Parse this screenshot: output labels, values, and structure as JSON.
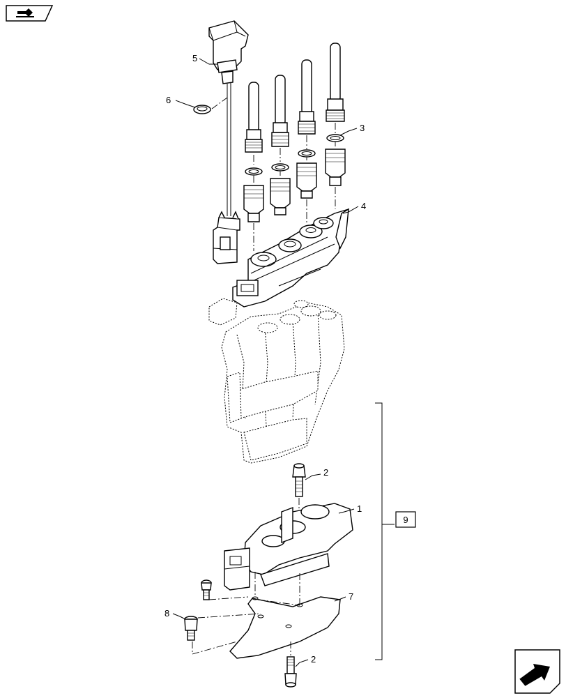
{
  "nav": {
    "prev_icon": "book-arrow-back-icon",
    "next_icon": "forward-arrow-icon"
  },
  "callouts": {
    "c1": "1",
    "c2a": "2",
    "c2b": "2",
    "c3": "3",
    "c4": "4",
    "c5": "5",
    "c6": "6",
    "c7": "7",
    "c8": "8",
    "c9": "9"
  }
}
